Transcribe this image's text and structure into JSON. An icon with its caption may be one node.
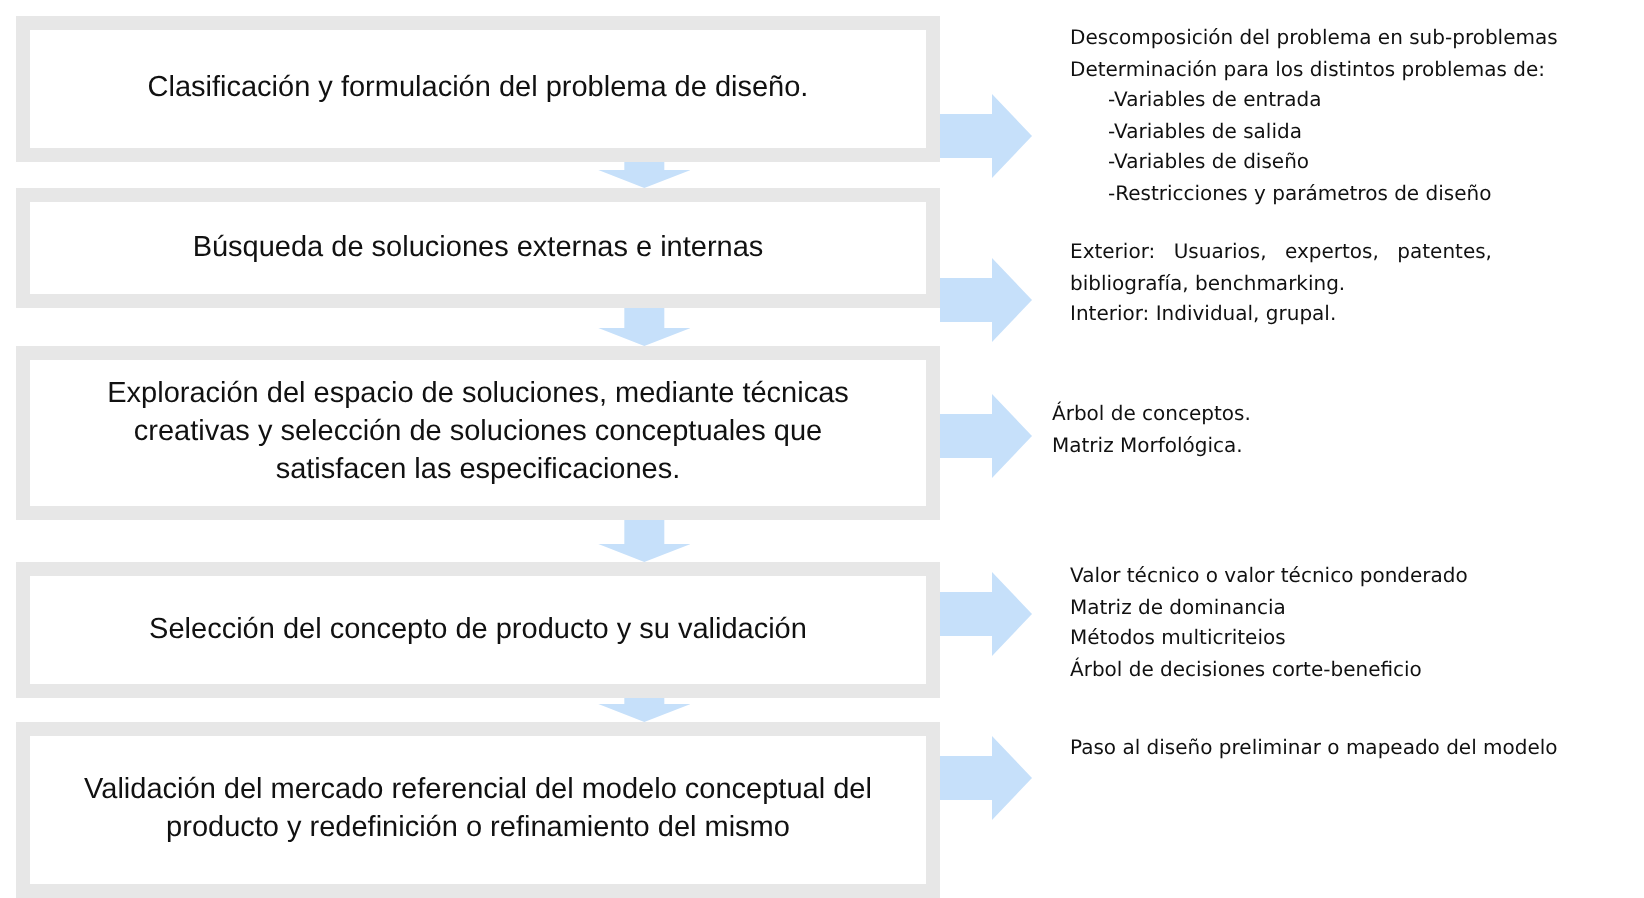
{
  "diagram": {
    "nodes": [
      {
        "text": [
          "Clasificación y formulación del problema de diseño."
        ]
      },
      {
        "text": [
          "Búsqueda de soluciones externas e internas"
        ]
      },
      {
        "text": [
          "Exploración del espacio de soluciones, mediante técnicas creativas y selección de soluciones conceptuales que satisfacen las especificaciones."
        ]
      },
      {
        "text": [
          "Selección del concepto de producto y su validación"
        ]
      },
      {
        "text": [
          "Validación del mercado referencial del modelo conceptual del producto y redefinición o refinamiento del mismo"
        ]
      },
      {
        "text": [
          "Descomposición del problema en sub-problemas",
          "Determinación para los distintos problemas de:",
          "-Variables de entrada",
          "-Variables de salida",
          "-Variables de diseño",
          "-Restricciones y parámetros de diseño"
        ]
      },
      {
        "text": [
          "Exterior: Usuarios, expertos, patentes, bibliografía, benchmarking.",
          "Interior: Individual, grupal."
        ]
      },
      {
        "text": [
          "Árbol de conceptos.",
          "Matriz Morfológica."
        ]
      },
      {
        "text": [
          "Valor técnico o valor técnico  ponderado",
          "Matriz de dominancia",
          "Métodos multicriteios",
          "Árbol de decisiones corte-beneficio"
        ]
      },
      {
        "text": [
          "Paso al diseño preliminar o mapeado del modelo"
        ]
      }
    ],
    "edges": [
      {
        "from": 0,
        "to": 1,
        "arrow": "to"
      },
      {
        "from": 1,
        "to": 2,
        "arrow": "to"
      },
      {
        "from": 2,
        "to": 3,
        "arrow": "to"
      },
      {
        "from": 3,
        "to": 4,
        "arrow": "to"
      },
      {
        "from": 0,
        "to": 5,
        "arrow": "to"
      },
      {
        "from": 1,
        "to": 6,
        "arrow": "to"
      },
      {
        "from": 2,
        "to": 7,
        "arrow": "to"
      },
      {
        "from": 3,
        "to": 8,
        "arrow": "to"
      },
      {
        "from": 4,
        "to": 9,
        "arrow": "to"
      }
    ]
  }
}
